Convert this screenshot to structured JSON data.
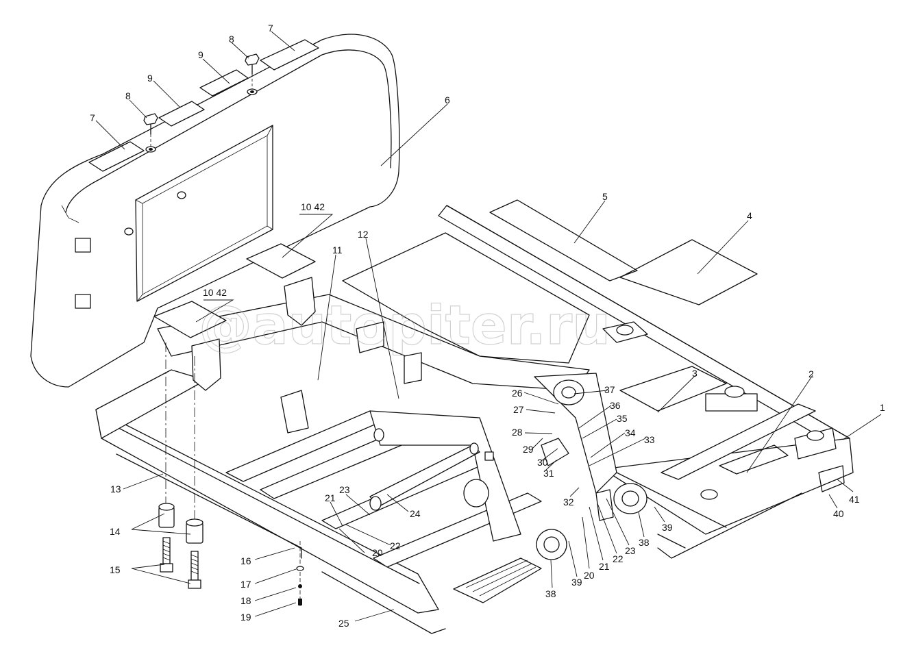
{
  "watermark": "@autopiter.ru",
  "callouts": [
    {
      "id": "c1",
      "text": "1"
    },
    {
      "id": "c2",
      "text": "2"
    },
    {
      "id": "c3",
      "text": "3"
    },
    {
      "id": "c4",
      "text": "4"
    },
    {
      "id": "c5",
      "text": "5"
    },
    {
      "id": "c6",
      "text": "6"
    },
    {
      "id": "c7a",
      "text": "7"
    },
    {
      "id": "c7b",
      "text": "7"
    },
    {
      "id": "c8a",
      "text": "8"
    },
    {
      "id": "c8b",
      "text": "8"
    },
    {
      "id": "c9a",
      "text": "9"
    },
    {
      "id": "c9b",
      "text": "9"
    },
    {
      "id": "c1042a",
      "text": "10 42"
    },
    {
      "id": "c1042b",
      "text": "10 42"
    },
    {
      "id": "c11",
      "text": "11"
    },
    {
      "id": "c12",
      "text": "12"
    },
    {
      "id": "c13",
      "text": "13"
    },
    {
      "id": "c14",
      "text": "14"
    },
    {
      "id": "c15",
      "text": "15"
    },
    {
      "id": "c16",
      "text": "16"
    },
    {
      "id": "c17",
      "text": "17"
    },
    {
      "id": "c18",
      "text": "18"
    },
    {
      "id": "c19",
      "text": "19"
    },
    {
      "id": "c20a",
      "text": "20"
    },
    {
      "id": "c20b",
      "text": "20"
    },
    {
      "id": "c21a",
      "text": "21"
    },
    {
      "id": "c21b",
      "text": "21"
    },
    {
      "id": "c22a",
      "text": "22"
    },
    {
      "id": "c22b",
      "text": "22"
    },
    {
      "id": "c23a",
      "text": "23"
    },
    {
      "id": "c23b",
      "text": "23"
    },
    {
      "id": "c24",
      "text": "24"
    },
    {
      "id": "c25",
      "text": "25"
    },
    {
      "id": "c26",
      "text": "26"
    },
    {
      "id": "c27",
      "text": "27"
    },
    {
      "id": "c28",
      "text": "28"
    },
    {
      "id": "c29",
      "text": "29"
    },
    {
      "id": "c30",
      "text": "30"
    },
    {
      "id": "c31",
      "text": "31"
    },
    {
      "id": "c32",
      "text": "32"
    },
    {
      "id": "c33",
      "text": "33"
    },
    {
      "id": "c34",
      "text": "34"
    },
    {
      "id": "c35",
      "text": "35"
    },
    {
      "id": "c36",
      "text": "36"
    },
    {
      "id": "c37",
      "text": "37"
    },
    {
      "id": "c38a",
      "text": "38"
    },
    {
      "id": "c38b",
      "text": "38"
    },
    {
      "id": "c39a",
      "text": "39"
    },
    {
      "id": "c39b",
      "text": "39"
    },
    {
      "id": "c40",
      "text": "40"
    },
    {
      "id": "c41",
      "text": "41"
    }
  ]
}
